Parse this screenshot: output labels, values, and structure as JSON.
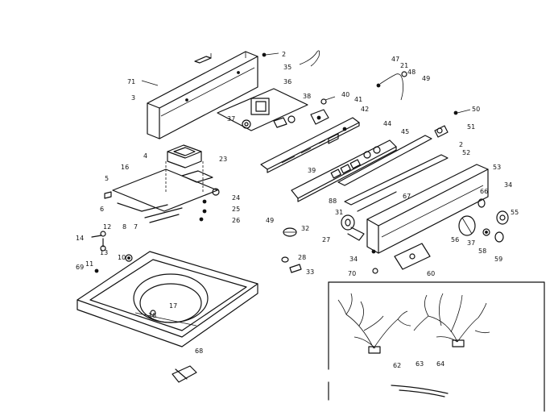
{
  "labels": [
    {
      "id": "lbl-2a",
      "text": "2"
    },
    {
      "id": "lbl-71",
      "text": "71"
    },
    {
      "id": "lbl-3",
      "text": "3"
    },
    {
      "id": "lbl-35",
      "text": "35"
    },
    {
      "id": "lbl-36",
      "text": "36"
    },
    {
      "id": "lbl-37a",
      "text": "37"
    },
    {
      "id": "lbl-38",
      "text": "38"
    },
    {
      "id": "lbl-40",
      "text": "40"
    },
    {
      "id": "lbl-41",
      "text": "41"
    },
    {
      "id": "lbl-42",
      "text": "42"
    },
    {
      "id": "lbl-4",
      "text": "4"
    },
    {
      "id": "lbl-23",
      "text": "23"
    },
    {
      "id": "lbl-39",
      "text": "39"
    },
    {
      "id": "lbl-44",
      "text": "44"
    },
    {
      "id": "lbl-45",
      "text": "45"
    },
    {
      "id": "lbl-47",
      "text": "47"
    },
    {
      "id": "lbl-21",
      "text": "21"
    },
    {
      "id": "lbl-48",
      "text": "48"
    },
    {
      "id": "lbl-49a",
      "text": "49"
    },
    {
      "id": "lbl-50",
      "text": "50"
    },
    {
      "id": "lbl-51",
      "text": "51"
    },
    {
      "id": "lbl-2b",
      "text": "2"
    },
    {
      "id": "lbl-52",
      "text": "52"
    },
    {
      "id": "lbl-53",
      "text": "53"
    },
    {
      "id": "lbl-5",
      "text": "5"
    },
    {
      "id": "lbl-16",
      "text": "16"
    },
    {
      "id": "lbl-24",
      "text": "24"
    },
    {
      "id": "lbl-25",
      "text": "25"
    },
    {
      "id": "lbl-26",
      "text": "26"
    },
    {
      "id": "lbl-6",
      "text": "6"
    },
    {
      "id": "lbl-8",
      "text": "8"
    },
    {
      "id": "lbl-7",
      "text": "7"
    },
    {
      "id": "lbl-88",
      "text": "88"
    },
    {
      "id": "lbl-67",
      "text": "67"
    },
    {
      "id": "lbl-66",
      "text": "66"
    },
    {
      "id": "lbl-34a",
      "text": "34"
    },
    {
      "id": "lbl-55",
      "text": "55"
    },
    {
      "id": "lbl-49b",
      "text": "49"
    },
    {
      "id": "lbl-31",
      "text": "31"
    },
    {
      "id": "lbl-32",
      "text": "32"
    },
    {
      "id": "lbl-27",
      "text": "27"
    },
    {
      "id": "lbl-56",
      "text": "56"
    },
    {
      "id": "lbl-37b",
      "text": "37"
    },
    {
      "id": "lbl-58",
      "text": "58"
    },
    {
      "id": "lbl-59",
      "text": "59"
    },
    {
      "id": "lbl-14",
      "text": "14"
    },
    {
      "id": "lbl-12",
      "text": "12"
    },
    {
      "id": "lbl-13",
      "text": "13"
    },
    {
      "id": "lbl-10",
      "text": "10"
    },
    {
      "id": "lbl-11",
      "text": "11"
    },
    {
      "id": "lbl-69",
      "text": "69"
    },
    {
      "id": "lbl-28",
      "text": "28"
    },
    {
      "id": "lbl-33",
      "text": "33"
    },
    {
      "id": "lbl-34b",
      "text": "34"
    },
    {
      "id": "lbl-70",
      "text": "70"
    },
    {
      "id": "lbl-60",
      "text": "60"
    },
    {
      "id": "lbl-17",
      "text": "17"
    },
    {
      "id": "lbl-18",
      "text": "18"
    },
    {
      "id": "lbl-62",
      "text": "62"
    },
    {
      "id": "lbl-63",
      "text": "63"
    },
    {
      "id": "lbl-64",
      "text": "64"
    },
    {
      "id": "lbl-68",
      "text": "68"
    }
  ]
}
